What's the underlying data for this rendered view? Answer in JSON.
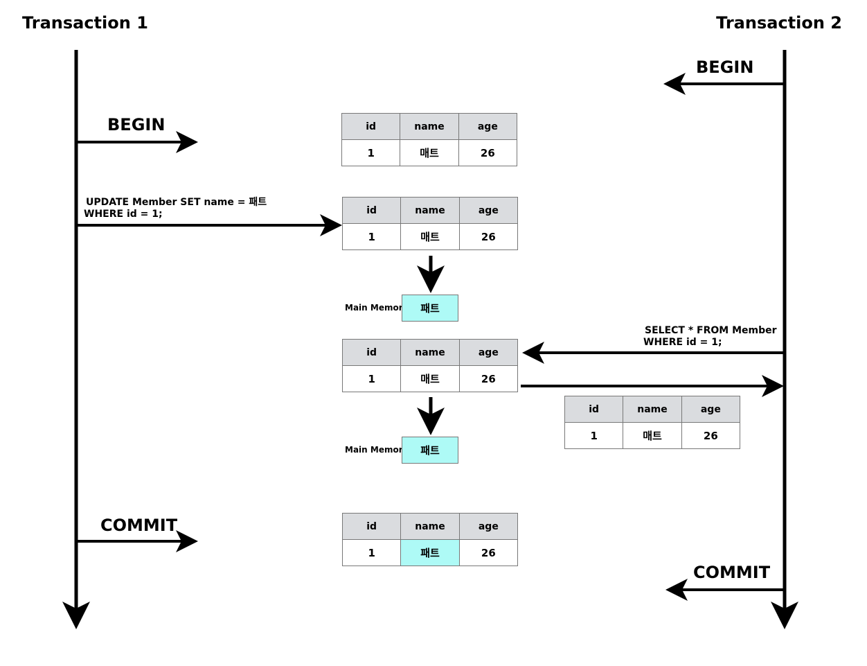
{
  "titles": {
    "left": "Transaction 1",
    "right": "Transaction 2"
  },
  "transaction1": {
    "begin": "BEGIN",
    "update_line1": "UPDATE Member SET name = 패트",
    "update_line2": "WHERE id = 1;",
    "commit": "COMMIT"
  },
  "transaction2": {
    "begin": "BEGIN",
    "select_line1": "SELECT * FROM Member",
    "select_line2": "WHERE id = 1;",
    "commit": "COMMIT"
  },
  "columns": [
    "id",
    "name",
    "age"
  ],
  "tables": [
    {
      "id": "1",
      "name": "매트",
      "age": "26"
    },
    {
      "id": "1",
      "name": "매트",
      "age": "26"
    },
    {
      "id": "1",
      "name": "매트",
      "age": "26"
    },
    {
      "id": "1",
      "name": "매트",
      "age": "26"
    },
    {
      "id": "1",
      "name": "패트",
      "age": "26"
    }
  ],
  "main_memory": [
    {
      "label": "Main Memory",
      "value": "패트"
    },
    {
      "label": "Main Memory",
      "value": "패트"
    }
  ],
  "colors": {
    "header_bg": "#dadcdf",
    "highlight_bg": "#aefaf6",
    "line": "#000000"
  }
}
